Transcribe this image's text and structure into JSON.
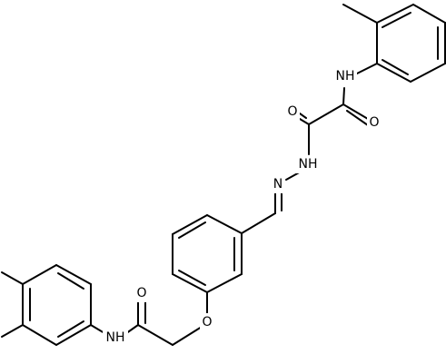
{
  "molecule": {
    "atom_labels": {
      "nh_top": "NH",
      "o_left": "O",
      "o_right": "O",
      "nh_hydrazide": "NH",
      "n_imine": "N",
      "o_amide": "O",
      "o_ether": "O",
      "nh_bottom": "NH"
    }
  }
}
